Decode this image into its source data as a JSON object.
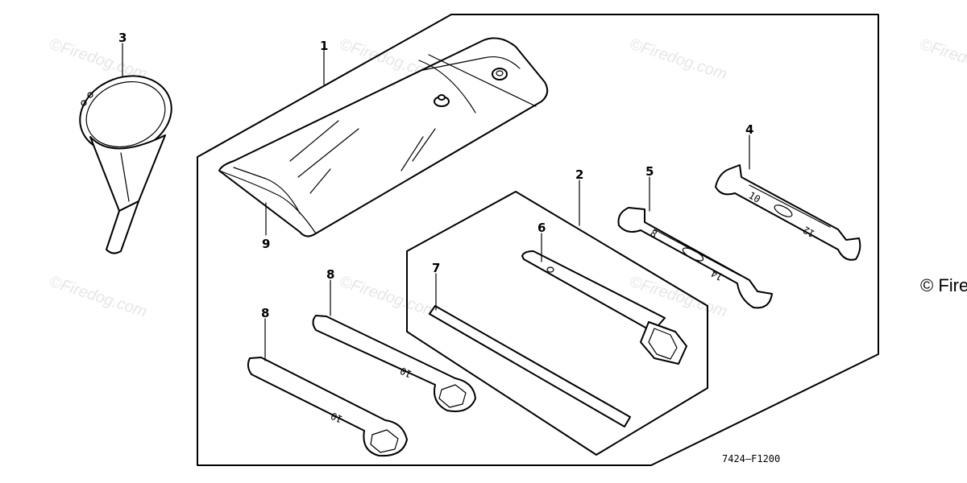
{
  "diagram": {
    "drawing_code": "7424–F1200",
    "copyright": "© Fire",
    "watermark": "©Firedog.com",
    "callouts": {
      "bag": "1",
      "tool_kit": "2",
      "funnel": "3",
      "wrench_10_12": "4",
      "wrench_8_14": "5",
      "spark_plug_wrench": "6",
      "handle_bar": "7",
      "box_wrench_a": "8",
      "box_wrench_b": "8",
      "bag_flap": "9"
    },
    "wrench_markings": {
      "wrench_4_left": "10",
      "wrench_4_right": "12",
      "wrench_5_left": "8",
      "wrench_5_right": "14",
      "box_wrench_a": "10",
      "box_wrench_b": "10"
    }
  }
}
